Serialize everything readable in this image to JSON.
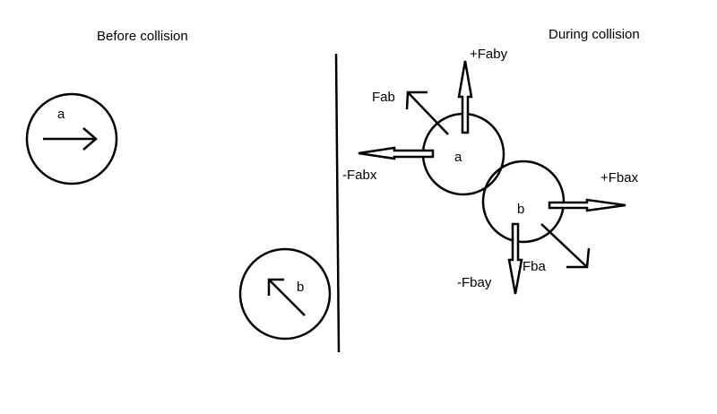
{
  "labels": {
    "before": "Before collision",
    "during": "During collision",
    "ball_a_before": "a",
    "ball_b_before": "b",
    "ball_a_during": "a",
    "ball_b_during": "b",
    "faby": "+Faby",
    "fab": "Fab",
    "fabx": "-Fabx",
    "fbax": "+Fbax",
    "fba": "Fba",
    "fbay": "-Fbay"
  }
}
